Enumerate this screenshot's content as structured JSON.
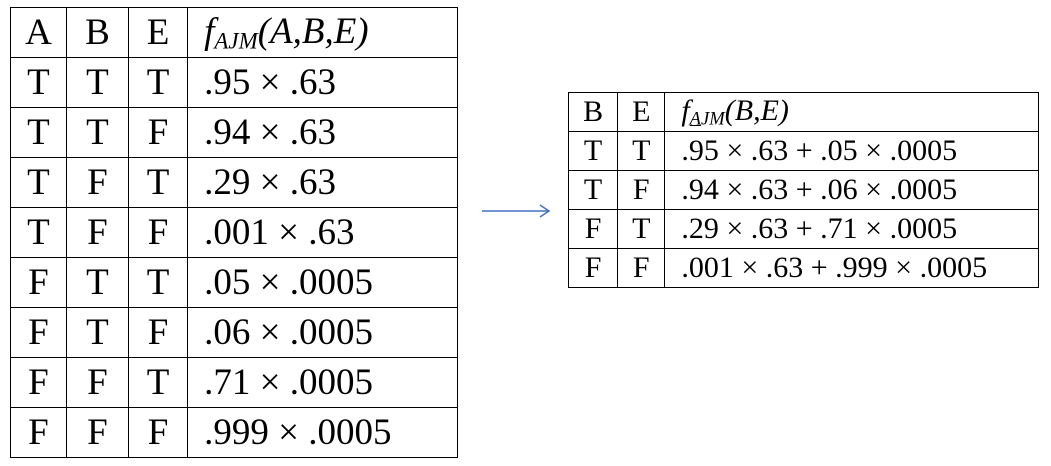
{
  "left_table": {
    "headers": {
      "a": "A",
      "b": "B",
      "e": "E",
      "f_name": "f",
      "f_sub": "AJM",
      "f_args": "(A,B,E)"
    },
    "rows": [
      {
        "a": "T",
        "b": "T",
        "e": "T",
        "f": ".95 × .63"
      },
      {
        "a": "T",
        "b": "T",
        "e": "F",
        "f": ".94 × .63"
      },
      {
        "a": "T",
        "b": "F",
        "e": "T",
        "f": ".29 × .63"
      },
      {
        "a": "T",
        "b": "F",
        "e": "F",
        "f": ".001 × .63"
      },
      {
        "a": "F",
        "b": "T",
        "e": "T",
        "f": ".05 × .0005"
      },
      {
        "a": "F",
        "b": "T",
        "e": "F",
        "f": ".06 × .0005"
      },
      {
        "a": "F",
        "b": "F",
        "e": "T",
        "f": ".71 × .0005"
      },
      {
        "a": "F",
        "b": "F",
        "e": "F",
        "f": ".999 × .0005"
      }
    ]
  },
  "right_table": {
    "headers": {
      "b": "B",
      "e": "E",
      "f_name": "f",
      "f_sub_underlined": "A",
      "f_sub_rest": "JM",
      "f_args": "(B,E)"
    },
    "rows": [
      {
        "b": "T",
        "e": "T",
        "f": ".95 × .63 + .05 × .0005"
      },
      {
        "b": "T",
        "e": "F",
        "f": ".94 × .63 + .06 × .0005"
      },
      {
        "b": "F",
        "e": "T",
        "f": ".29 × .63 + .71 × .0005"
      },
      {
        "b": "F",
        "e": "F",
        "f": ".001 × .63 + .999 × .0005"
      }
    ]
  },
  "arrow": {
    "icon": "arrow-right-icon",
    "color": "#4472c4"
  }
}
